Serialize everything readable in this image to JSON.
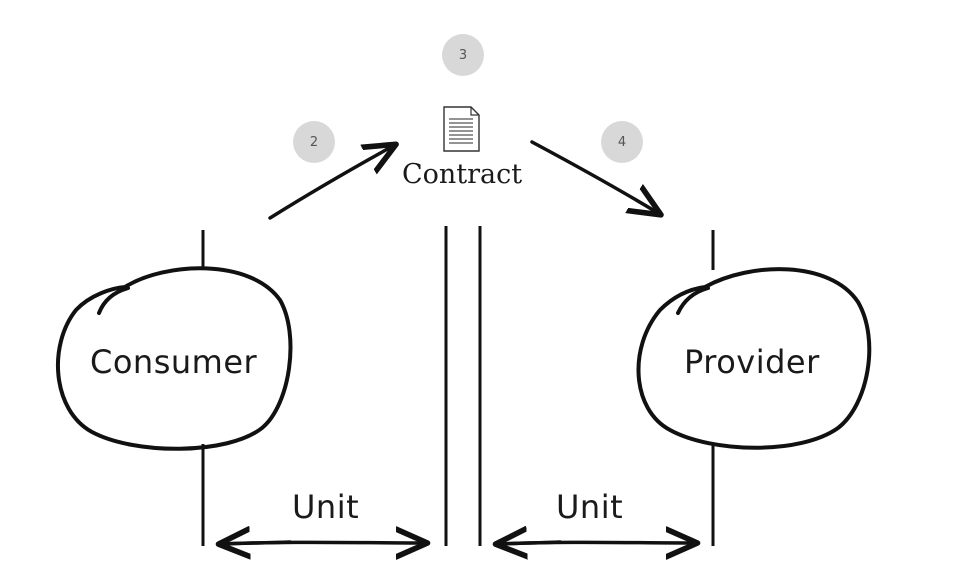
{
  "steps": {
    "step2": "2",
    "step3": "3",
    "step4": "4"
  },
  "contract": {
    "label": "Contract",
    "icon": "document-icon"
  },
  "consumer": {
    "label": "Consumer"
  },
  "provider": {
    "label": "Provider"
  },
  "unit_left": {
    "label": "Unit"
  },
  "unit_right": {
    "label": "Unit"
  },
  "colors": {
    "stroke": "#111111",
    "badge": "#d8d8d8",
    "badge_text": "#555555"
  }
}
